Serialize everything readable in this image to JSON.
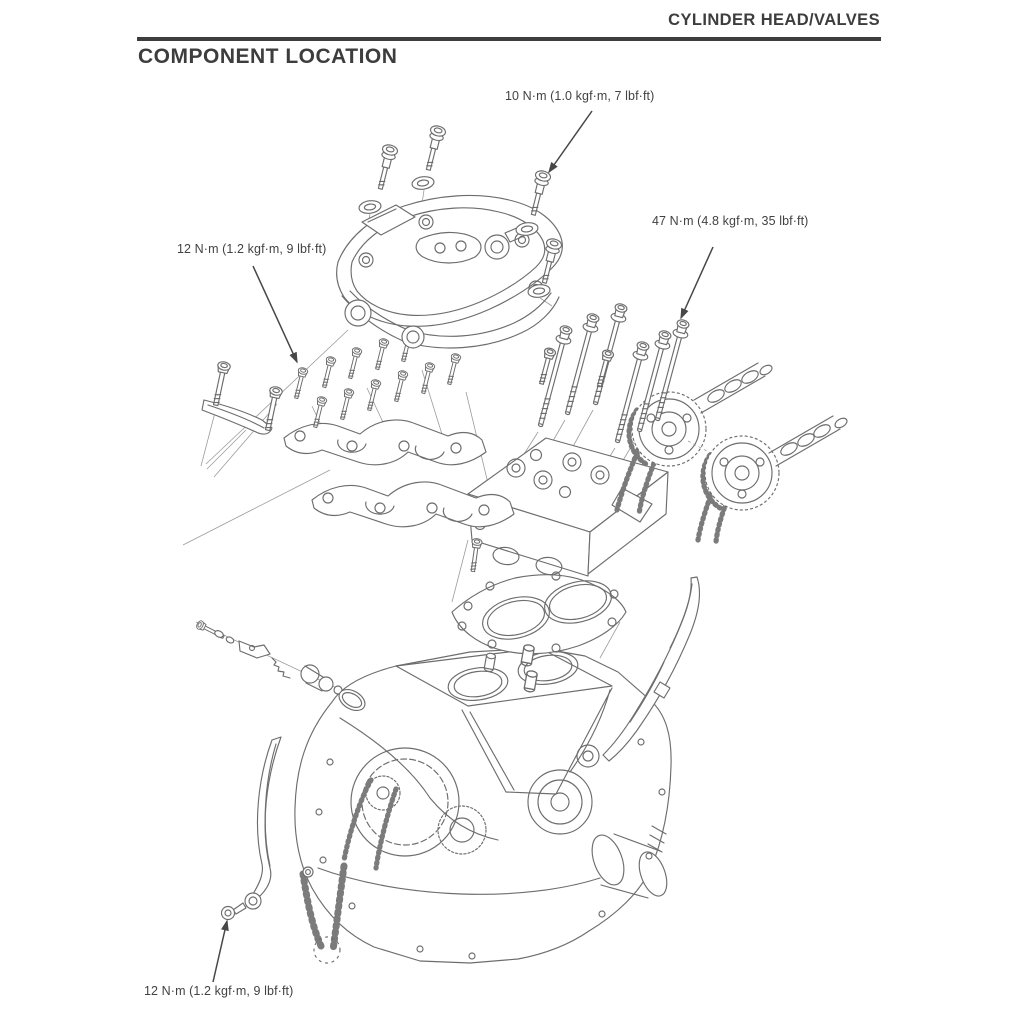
{
  "page": {
    "header": "CYLINDER HEAD/VALVES",
    "title": "COMPONENT LOCATION"
  },
  "annotations": {
    "valve_cover_bolts": "10 N·m (1.0 kgf·m, 7 lbf·ft)",
    "cylinder_head_studs": "47 N·m (4.8 kgf·m, 35 lbf·ft)",
    "camshaft_holder_bolts": "12 N·m (1.2 kgf·m, 9 lbf·ft)",
    "cam_chain_guide_bolt": "12 N·m (1.2 kgf·m, 9 lbf·ft)"
  },
  "colors": {
    "background": "#ffffff",
    "text": "#3d3d3d",
    "rule": "#3d3d3d",
    "line_art": "#6d6d6d",
    "arrow": "#474747"
  }
}
